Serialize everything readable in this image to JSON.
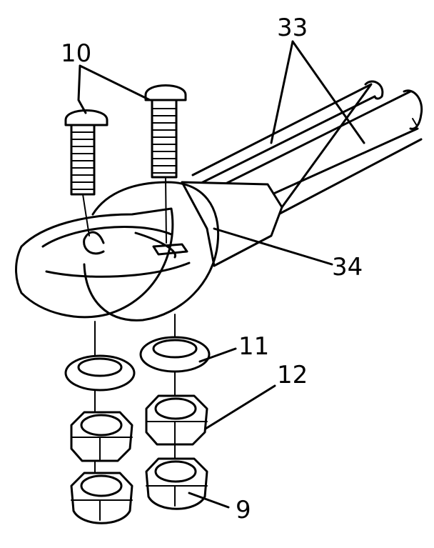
{
  "labels": {
    "screws": "10",
    "rods": "33",
    "clamp": "34",
    "washer": "11",
    "nut": "12",
    "locknut": "9"
  }
}
